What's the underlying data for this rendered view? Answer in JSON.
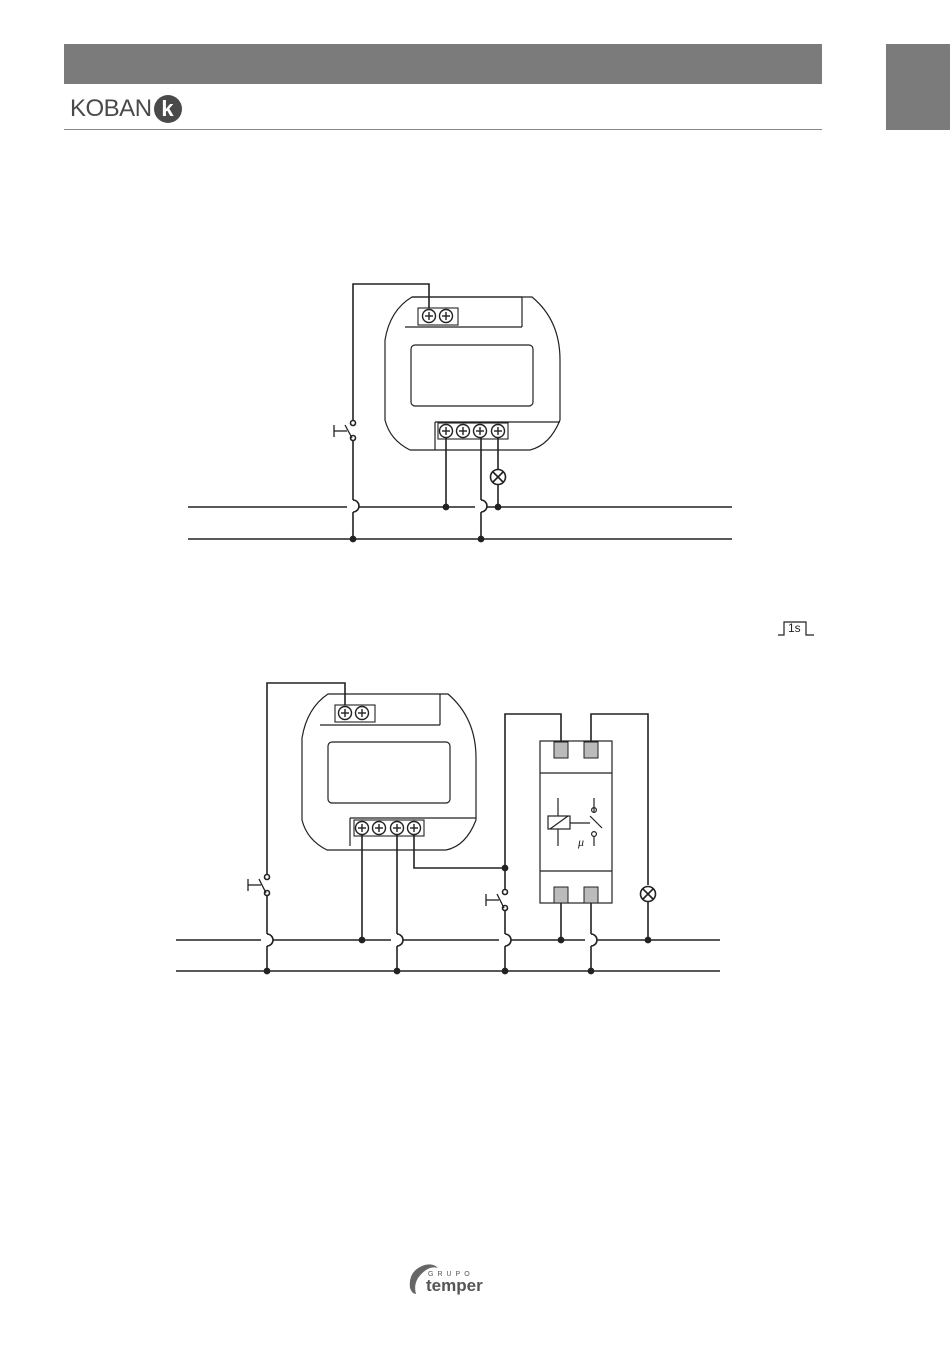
{
  "header": {
    "brand_text": "KOBAN",
    "brand_mark": "k"
  },
  "diagram2": {
    "pulse_label": "1s",
    "relay_symbol": "μ"
  },
  "footer": {
    "grupo": "GRUPO",
    "temper": "temper"
  },
  "icons": [
    "screw-terminal-icon",
    "lamp-icon",
    "pushbutton-icon",
    "relay-coil-icon"
  ],
  "colors": {
    "header_bar": "#7b7b7b",
    "line": "#222222"
  }
}
